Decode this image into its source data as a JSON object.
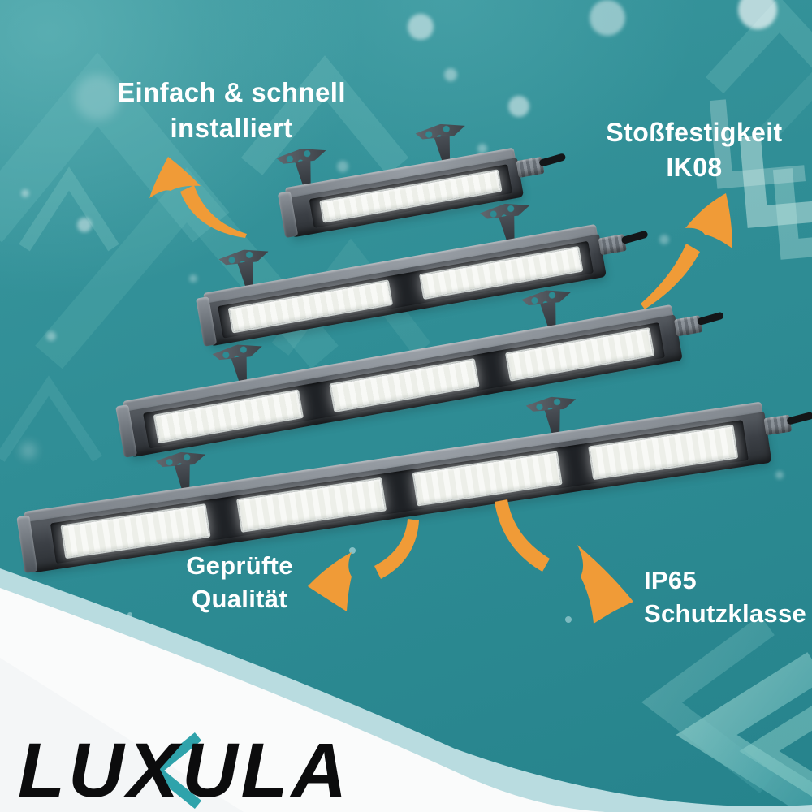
{
  "brand": {
    "logo_text": "LUXULA",
    "logo_color": "#0C0C0D",
    "logo_accent_color": "#2FA3AB"
  },
  "callouts": {
    "top_left": {
      "line1": "Einfach & schnell",
      "line2": "installiert"
    },
    "top_right": {
      "line1": "Stoßfestigkeit",
      "line2": "IK08"
    },
    "bottom_left": {
      "line1": "Geprüfte",
      "line2": "Qualität"
    },
    "bottom_right": {
      "line1": "IP65",
      "line2": "Schutzklasse"
    }
  },
  "colors": {
    "background_teal": "#2D8B93",
    "decor_teal_light": "#8FD0CC",
    "accent_orange": "#F09B37",
    "text_white": "#FFFFFF",
    "diagonal_stripe": "#B9DCE0",
    "footer_band": "#F4F6F7"
  },
  "products": {
    "fixtures": [
      {
        "led_panels": 1,
        "mounting_brackets": 2
      },
      {
        "led_panels": 2,
        "mounting_brackets": 2
      },
      {
        "led_panels": 3,
        "mounting_brackets": 2
      },
      {
        "led_panels": 4,
        "mounting_brackets": 2
      }
    ]
  }
}
